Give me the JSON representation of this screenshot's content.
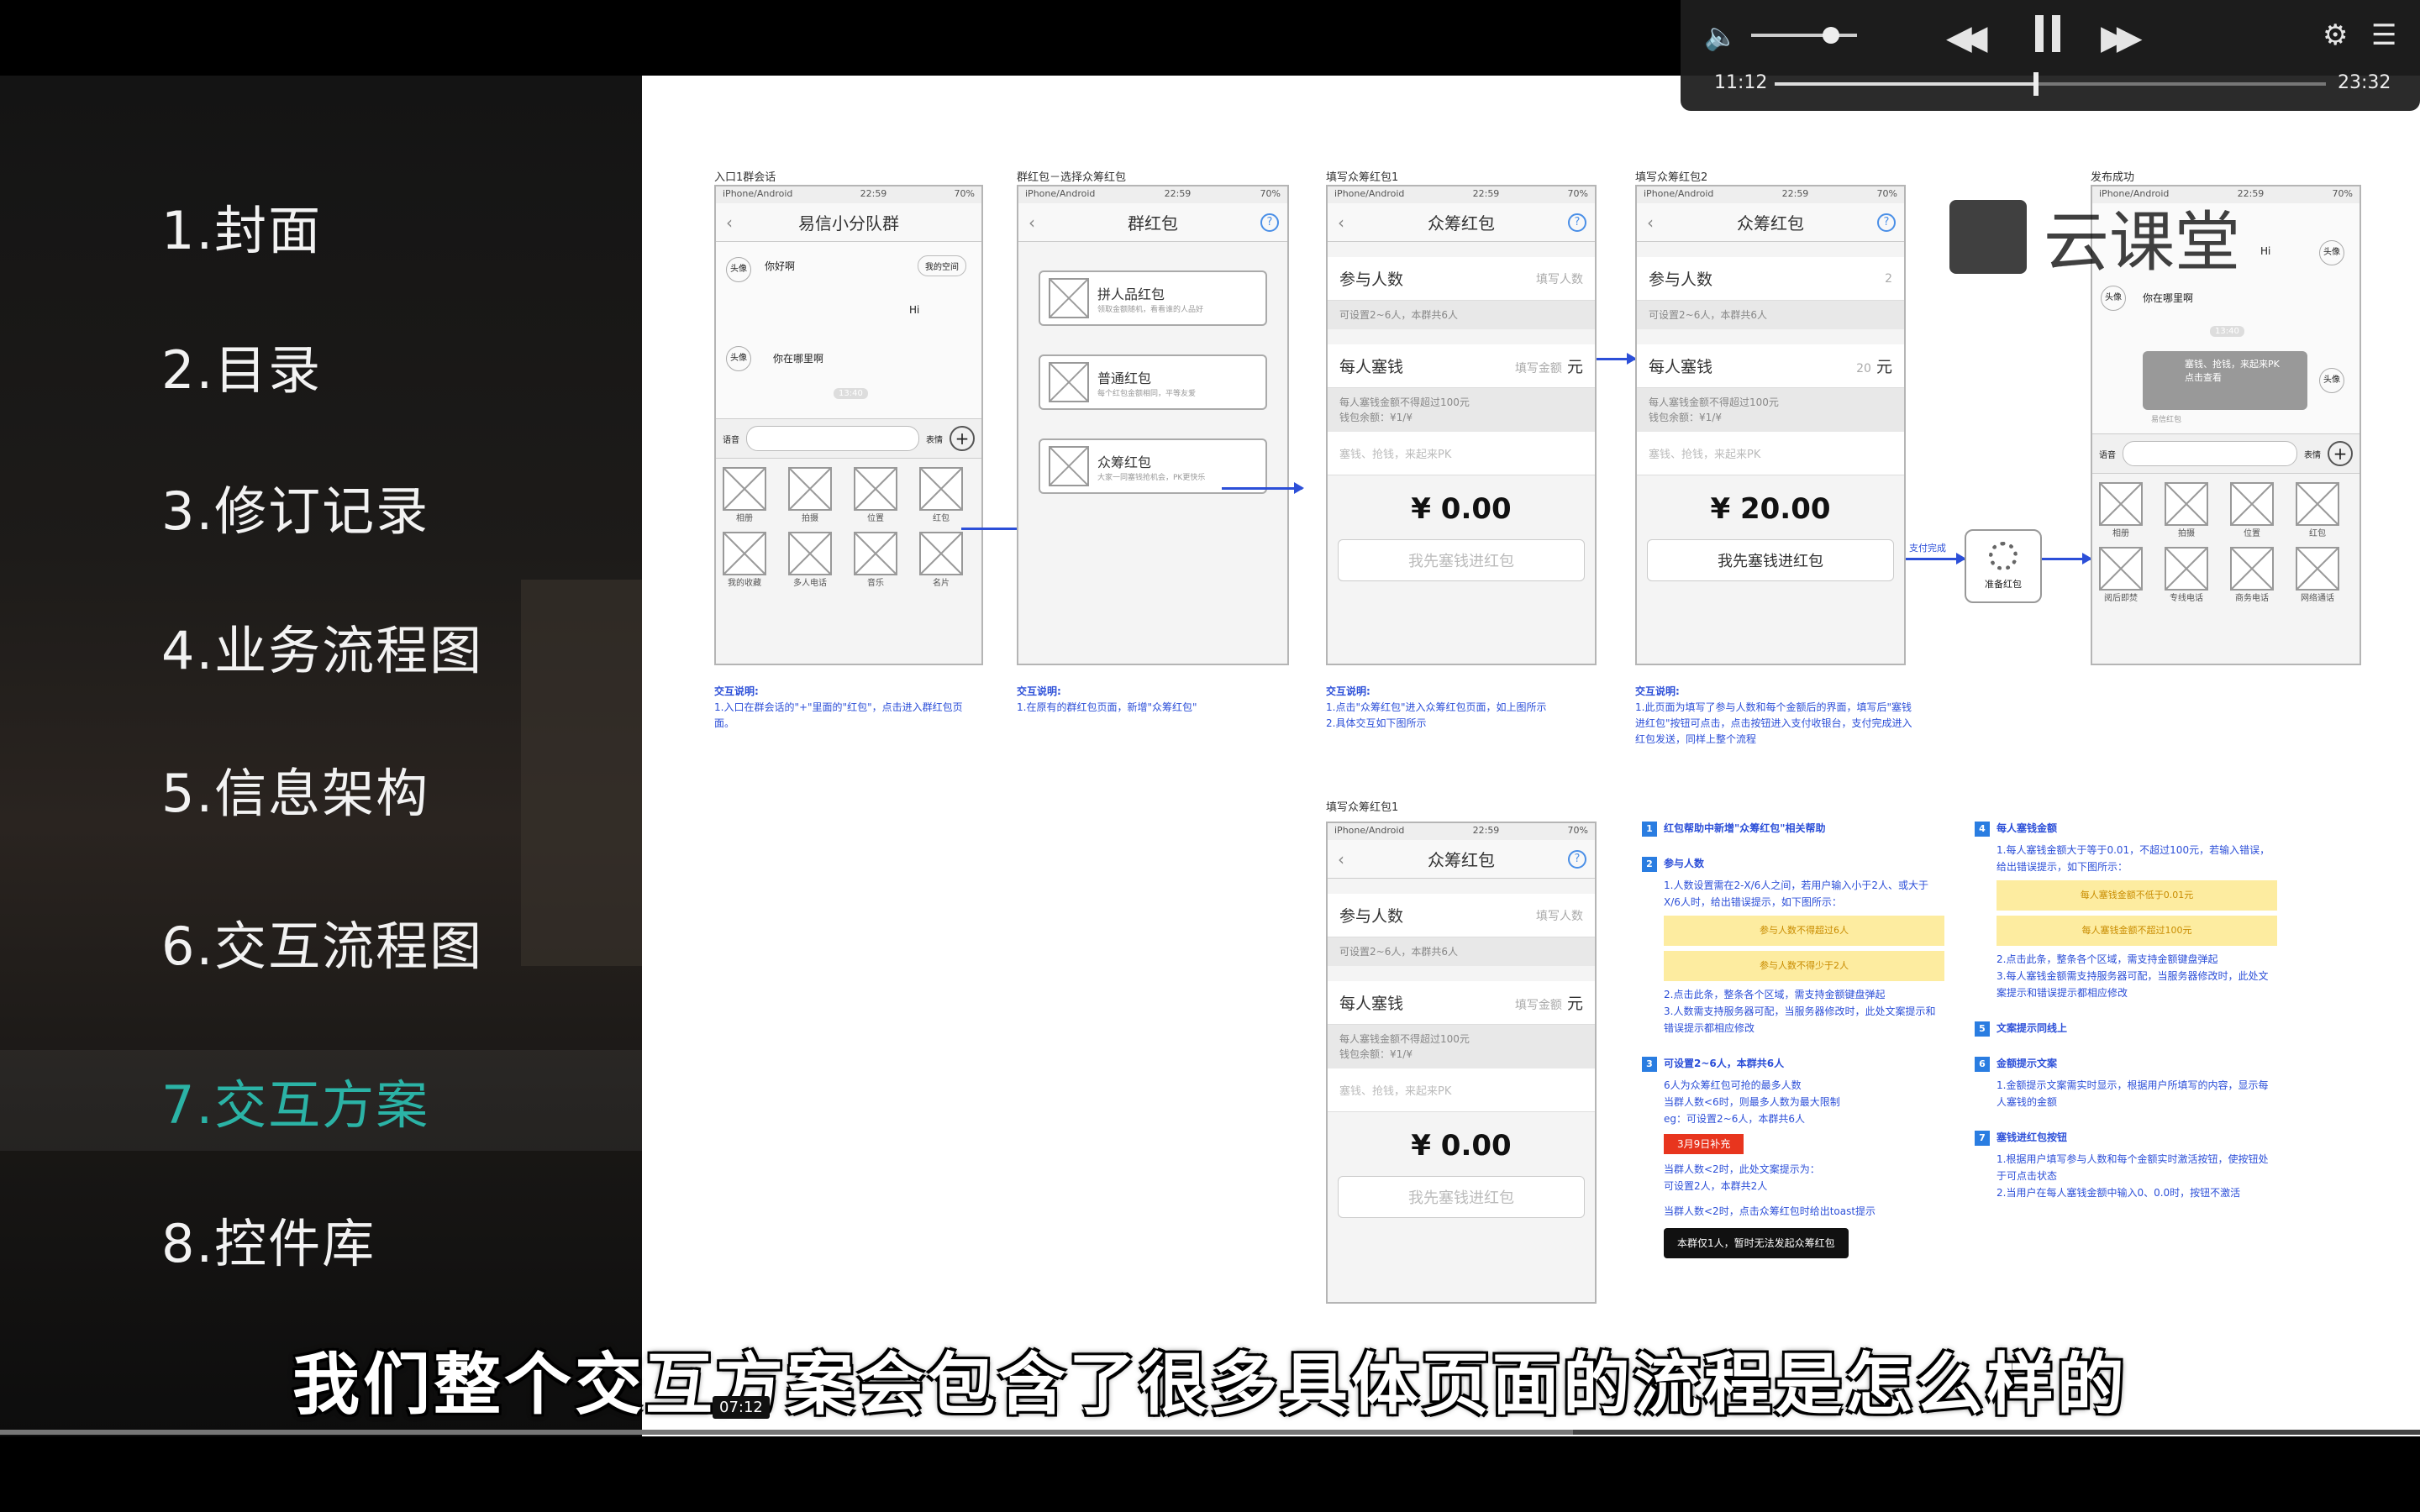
{
  "toc": [
    {
      "label": "1.封面"
    },
    {
      "label": "2.目录"
    },
    {
      "label": "3.修订记录"
    },
    {
      "label": "4.业务流程图"
    },
    {
      "label": "5.信息架构"
    },
    {
      "label": "6.交互流程图"
    },
    {
      "label": "7.交互方案",
      "active": true
    },
    {
      "label": "8.控件库"
    }
  ],
  "slide": {
    "watermark": "云课堂",
    "screens": [
      {
        "caption": "入口1群会话",
        "title": "易信小分队群"
      },
      {
        "caption": "群红包－选择众筹红包",
        "title": "群红包"
      },
      {
        "caption": "填写众筹红包1",
        "title": "众筹红包"
      },
      {
        "caption": "填写众筹红包2",
        "title": "众筹红包"
      },
      {
        "caption": "发布成功",
        "title": ""
      }
    ],
    "status": {
      "carrier": "iPhone/Android",
      "time": "22:59",
      "battery": "70%"
    },
    "chat": {
      "msg1": "你好啊",
      "msg2": "Hi",
      "msg3": "你在哪里啊",
      "time": "13:40",
      "avatar": "头像",
      "moment": "我的空间",
      "voice": "语音",
      "emoji": "表情"
    },
    "grid1": [
      "相册",
      "拍摄",
      "位置",
      "红包",
      "我的收藏",
      "多人电话",
      "音乐",
      "名片"
    ],
    "grid2": [
      "相册",
      "拍摄",
      "位置",
      "红包",
      "阅后即焚",
      "专线电话",
      "商务电话",
      "网络通话"
    ],
    "packets": [
      {
        "title": "拼人品红包",
        "desc": "领取金额随机，看看谁的人品好",
        "icon": "图标"
      },
      {
        "title": "普通红包",
        "desc": "每个红包金额相同，平等友爱",
        "icon": "图标"
      },
      {
        "title": "众筹红包",
        "desc": "大家一同塞钱抢机会，PK更快乐",
        "icon": "图标"
      }
    ],
    "form": {
      "people_label": "参与人数",
      "people_ph": "填写人数",
      "people_val": "2",
      "people_hint": "可设置2~6人，本群共6人",
      "money_label": "每人塞钱",
      "money_ph": "填写金额",
      "money_val": "20",
      "unit": "元",
      "money_hint": "每人塞钱金额不得超过100元\n钱包余额：¥1/¥",
      "msg_ph": "塞钱、抢钱，来起来PK",
      "amount0": "¥ 0.00",
      "amount20": "¥ 20.00",
      "submit": "我先塞钱进红包"
    },
    "pay": {
      "label": "支付完成",
      "loading": "准备红包"
    },
    "success": {
      "hi": "Hi",
      "msg": "你在哪里啊",
      "time": "13:40",
      "card_title": "塞钱、抢钱，来起来PK",
      "card_sub": "点击查看",
      "card_foot": "易信红包"
    },
    "notes": [
      {
        "title": "交互说明:",
        "text": "1.入口在群会话的\"+\"里面的\"红包\"，点击进入群红包页面。"
      },
      {
        "title": "交互说明:",
        "text": "1.在原有的群红包页面，新增\"众筹红包\""
      },
      {
        "title": "交互说明:",
        "text": "1.点击\"众筹红包\"进入众筹红包页面，如上图所示\n2.具体交互如下图所示"
      },
      {
        "title": "交互说明:",
        "text": "1.此页面为填写了参与人数和每个金额后的界面，填写后\"塞钱进红包\"按钮可点击，点击按钮进入支付收银台，支付完成进入红包发送，同样上整个流程"
      }
    ],
    "detail_caption": "填写众筹红包1",
    "anno_col1": [
      {
        "n": "1",
        "title": "红包帮助中新增\"众筹红包\"相关帮助"
      },
      {
        "n": "2",
        "title": "参与人数",
        "lines": [
          "1.人数设置需在2-X/6人之间，若用户输入小于2人、或大于X/6人时，给出错误提示，如下图所示："
        ],
        "warn": [
          "参与人数不得超过6人",
          "参与人数不得少于2人"
        ],
        "more": [
          "2.点击此条，整条各个区域，需支持金额键盘弹起",
          "3.人数需支持服务器可配，当服务器修改时，此处文案提示和错误提示都相应修改"
        ]
      },
      {
        "n": "3",
        "title": "可设置2~6人，本群共6人",
        "lines": [
          "6人为众筹红包可抢的最多人数",
          "当群人数<6时，则最多人数为最大限制",
          "eg：可设置2~6人，本群共6人"
        ],
        "tag": "3月9日补充",
        "more": [
          "当群人数<2时，此处文案提示为：",
          "可设置2人，本群共2人",
          "",
          "当群人数<2时，点击众筹红包时给出toast提示"
        ],
        "btn": "本群仅1人，暂时无法发起众筹红包"
      }
    ],
    "anno_col2": [
      {
        "n": "4",
        "title": "每人塞钱金额",
        "lines": [
          "1.每人塞钱金额大于等于0.01，不超过100元，若输入错误，给出错误提示，如下图所示："
        ],
        "warn": [
          "每人塞钱金额不低于0.01元",
          "每人塞钱金额不超过100元"
        ],
        "more": [
          "2.点击此条，整条各个区域，需支持金额键盘弹起",
          "3.每人塞钱金额需支持服务器可配，当服务器修改时，此处文案提示和错误提示都相应修改"
        ]
      },
      {
        "n": "5",
        "title": "文案提示同线上"
      },
      {
        "n": "6",
        "title": "金额提示文案",
        "lines": [
          "1.金额提示文案需实时显示，根据用户所填写的内容，显示每人塞钱的金额"
        ]
      },
      {
        "n": "7",
        "title": "塞钱进红包按钮",
        "lines": [
          "1.根据用户填写参与人数和每个金额实时激活按钮，使按钮处于可点击状态",
          "2.当用户在每人塞钱金额中输入0、0.0时，按钮不激活"
        ]
      }
    ]
  },
  "subtitle": "我们整个交互方案会包含了很多具体页面的流程是怎么样的",
  "player": {
    "current": "11:12",
    "total": "23:32",
    "progress": 0.474,
    "volume": 0.75,
    "hover_time": "07:12",
    "seek_played": 0.475,
    "seek_buffered": 0.65
  }
}
